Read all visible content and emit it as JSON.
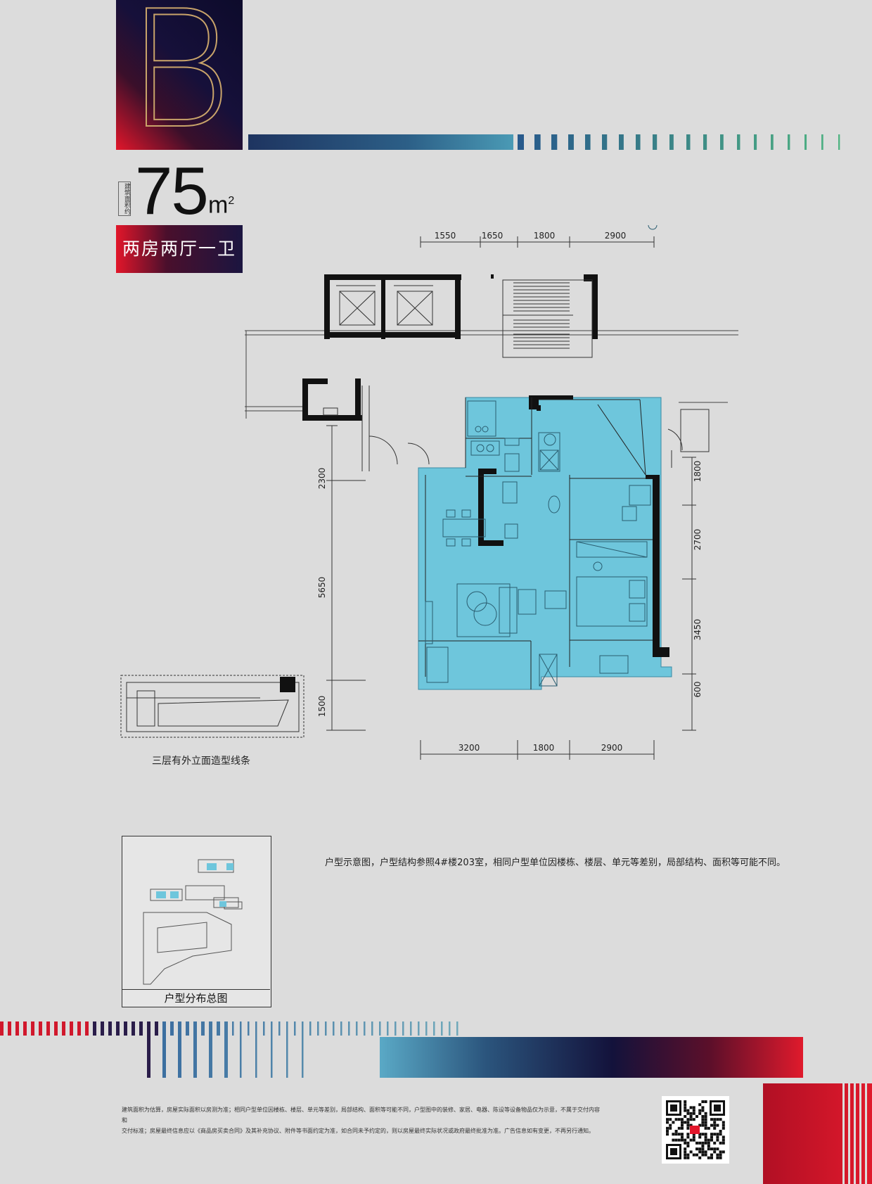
{
  "header": {
    "type_letter": "B",
    "area_label": "建筑面积约",
    "area_value": "75",
    "area_unit": "m",
    "area_unit_sup": "2",
    "layout_name": "两房两厅一卫"
  },
  "dimensions": {
    "top": [
      "1550",
      "1650",
      "1800",
      "2900"
    ],
    "bottom": [
      "3200",
      "1800",
      "2900"
    ],
    "left": [
      "2300",
      "5650",
      "1500"
    ],
    "right": [
      "1800",
      "2700",
      "3450",
      "600"
    ]
  },
  "captions": {
    "facade_note": "三层有外立面造型线条",
    "site_map_title": "户型分布总图",
    "plan_note": "户型示意图，户型结构参照4#楼203室，相同户型单位因楼栋、楼层、单元等差别，局部结构、面积等可能不同。"
  },
  "disclaimer": {
    "line1": "建筑面积为估算，房屋实际面积以房测为准；相同户型单位因楼栋、楼层、单元等差别，局部结构、面积等可能不同，户型图中的装修、家居、电器、陈设等设备物品仅为示意，不属于交付内容和",
    "line2": "交付标准；房屋最终信息应以《商品房买卖合同》及其补充协议、附件等书面约定为准，如合同未予约定的，则以房屋最终实际状况或政府最终批准为准。广告信息如有变更，不再另行通知。"
  },
  "colors": {
    "room_fill": "#6ec6dc",
    "accent_red": "#e2162a",
    "accent_navy": "#16103a",
    "logo_gold": "#c9a46a"
  }
}
